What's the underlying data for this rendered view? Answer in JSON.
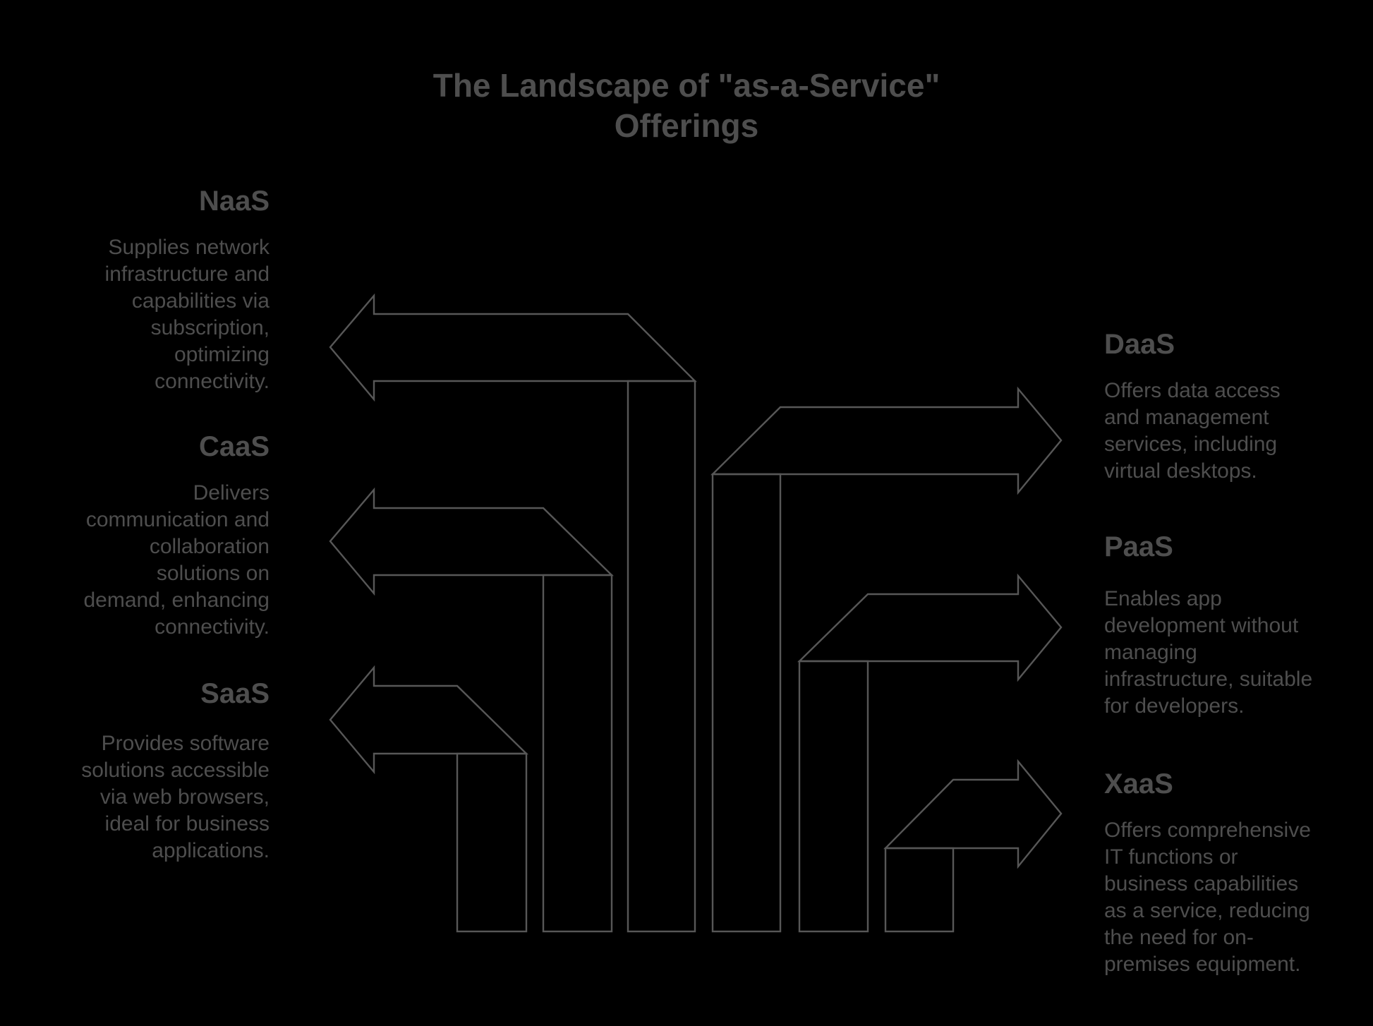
{
  "title": "The Landscape of \"as-a-Service\"\nOfferings",
  "colors": {
    "background": "#000000",
    "line": "#575757",
    "text": "#4e4e4e"
  },
  "services": [
    {
      "id": "naas",
      "name": "NaaS",
      "description": "Supplies network\ninfrastructure and\ncapabilities via\nsubscription,\noptimizing\nconnectivity.",
      "side": "left",
      "arrow_direction": "left"
    },
    {
      "id": "caas",
      "name": "CaaS",
      "description": "Delivers\ncommunication and\ncollaboration\nsolutions on\ndemand, enhancing\nconnectivity.",
      "side": "left",
      "arrow_direction": "left"
    },
    {
      "id": "saas",
      "name": "SaaS",
      "description": "Provides software\nsolutions accessible\nvia web browsers,\nideal for business\napplications.",
      "side": "left",
      "arrow_direction": "left"
    },
    {
      "id": "daas",
      "name": "DaaS",
      "description": "Offers data access\nand management\nservices, including\nvirtual desktops.",
      "side": "right",
      "arrow_direction": "right"
    },
    {
      "id": "paas",
      "name": "PaaS",
      "description": "Enables app\ndevelopment without\nmanaging\ninfrastructure, suitable\nfor developers.",
      "side": "right",
      "arrow_direction": "right"
    },
    {
      "id": "xaas",
      "name": "XaaS",
      "description": "Offers comprehensive\nIT functions or\nbusiness capabilities\nas a service, reducing\nthe need for on-\npremises equipment.",
      "side": "right",
      "arrow_direction": "right"
    }
  ]
}
